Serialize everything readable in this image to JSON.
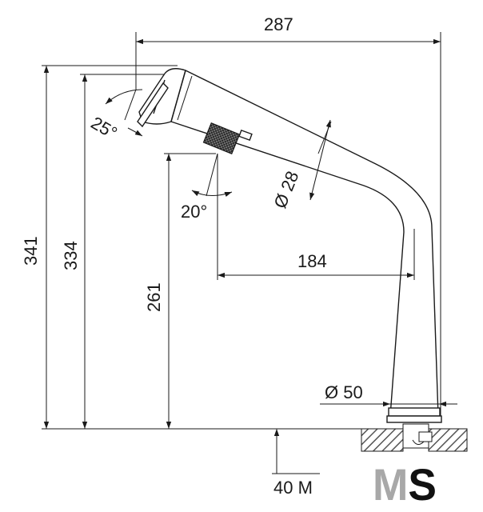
{
  "dimensions": {
    "width_total": "287",
    "height_total": "341",
    "height_spout": "334",
    "height_handle": "261",
    "reach": "184",
    "spout_diameter": "Ø 28",
    "base_diameter": "Ø 50",
    "mount_thickness": "40 M",
    "head_angle": "25°",
    "handle_angle": "20°"
  },
  "logo": {
    "text": "MS",
    "gray": "#a8a8a8",
    "black": "#111111"
  },
  "colors": {
    "line": "#1a1a1a",
    "knurl": "#555555"
  }
}
